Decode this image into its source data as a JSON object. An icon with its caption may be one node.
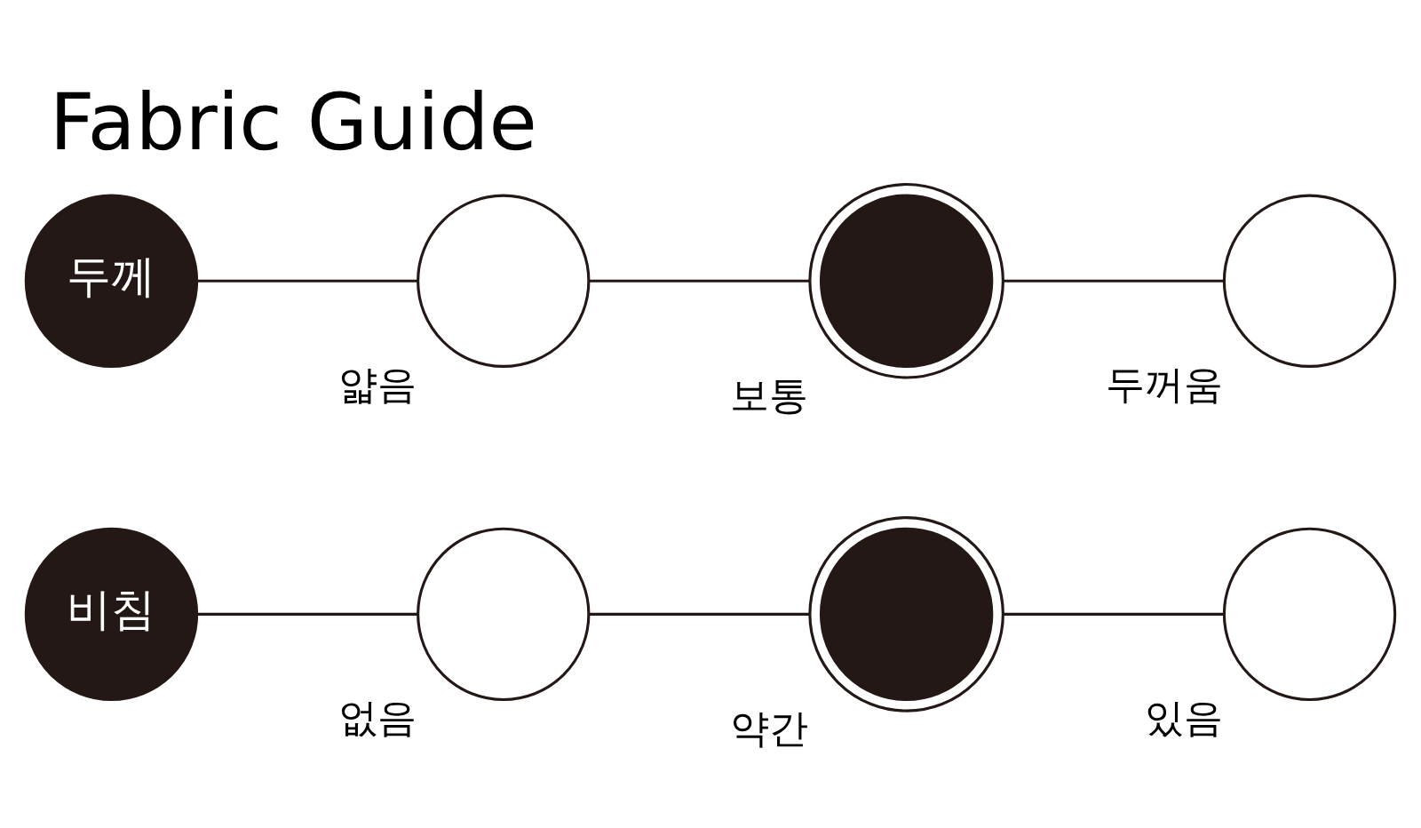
{
  "diagram": {
    "title": "Fabric Guide",
    "nodes": [
      {
        "text": [
          "비침"
        ]
      },
      {
        "text": [],
        "shape": "circle",
        "beside": [
          "없음"
        ]
      },
      {
        "text": [],
        "shape": "target",
        "beside": [
          "약간"
        ]
      },
      {
        "text": [],
        "shape": "circle",
        "beside": [
          "있음"
        ]
      },
      {
        "text": [
          "두께"
        ]
      },
      {
        "text": [],
        "shape": "circle",
        "beside": [
          "얇음"
        ]
      },
      {
        "text": [],
        "shape": "target",
        "beside": [
          "보통"
        ]
      },
      {
        "text": [],
        "shape": "circle",
        "beside": [
          "두꺼움"
        ]
      }
    ],
    "edges": [
      {
        "from": 0,
        "to": 1,
        "arrow": "none"
      },
      {
        "from": 1,
        "to": 2,
        "arrow": "none"
      },
      {
        "from": 2,
        "to": 3,
        "arrow": "none"
      },
      {
        "from": 4,
        "to": 5,
        "arrow": "none"
      },
      {
        "from": 5,
        "to": 6,
        "arrow": "none"
      },
      {
        "from": 6,
        "to": 7,
        "arrow": "none"
      }
    ]
  }
}
